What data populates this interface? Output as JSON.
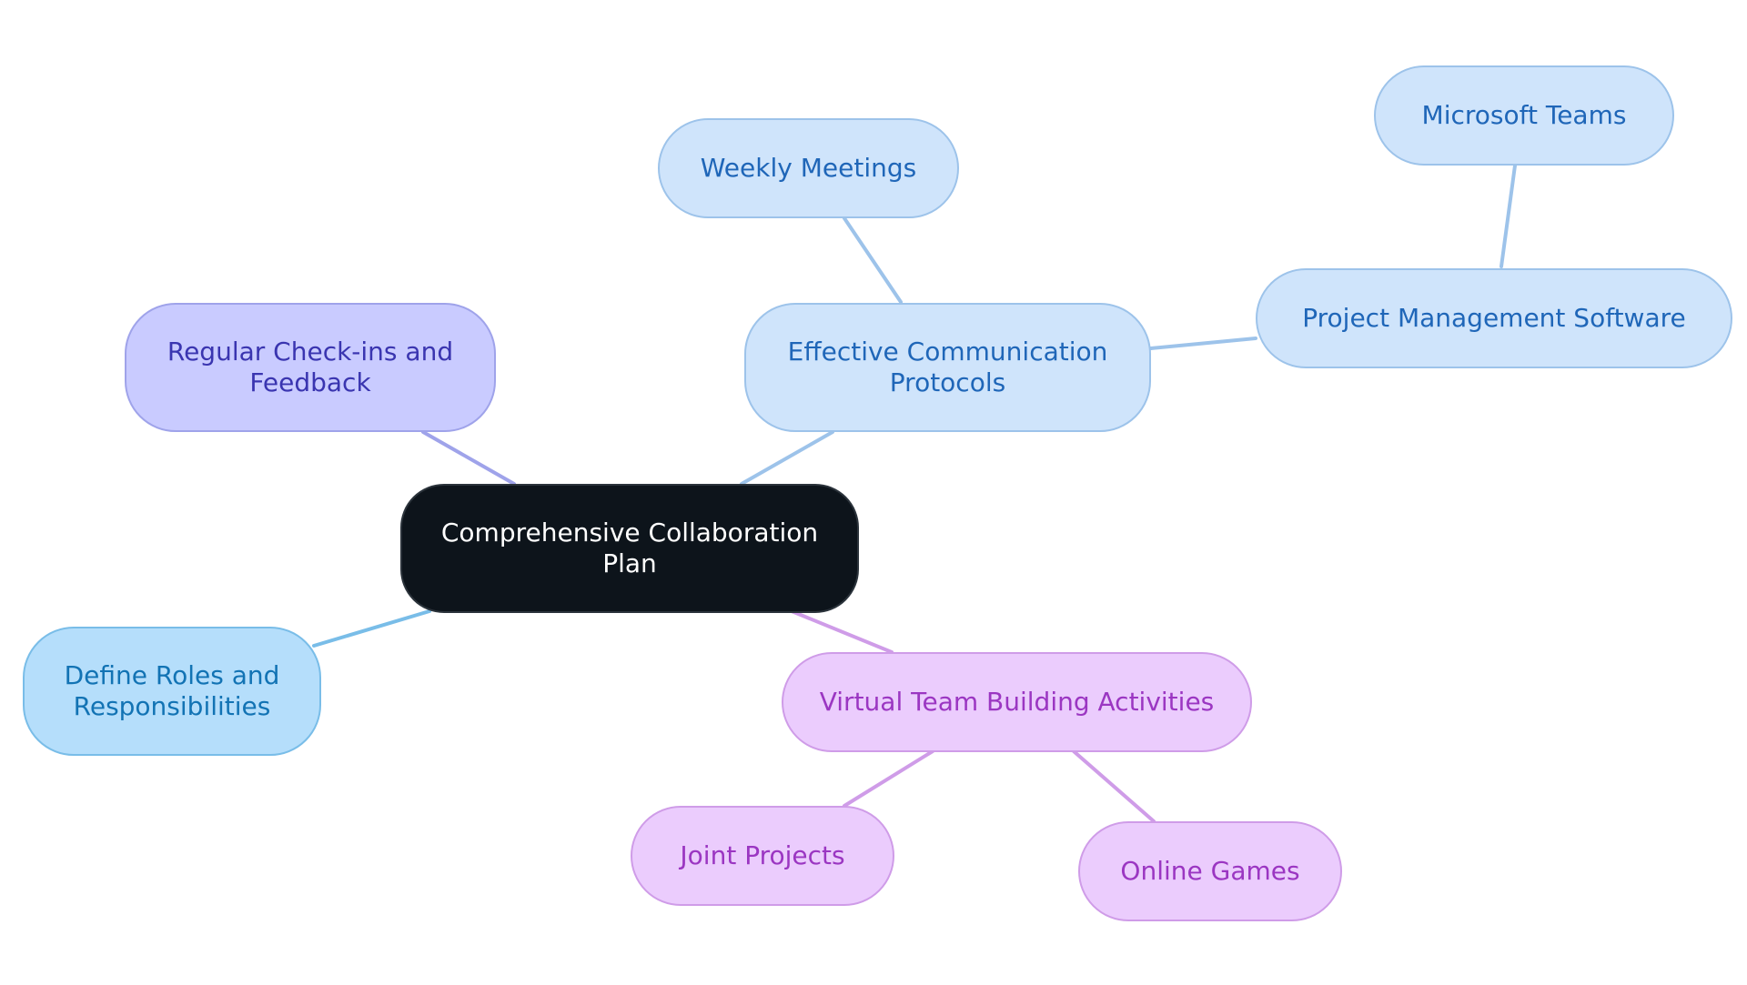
{
  "diagram": {
    "root": {
      "label": "Comprehensive Collaboration Plan"
    },
    "nodes": {
      "roles": {
        "label": "Define Roles and Responsibilities"
      },
      "checkins": {
        "label": "Regular Check-ins and Feedback"
      },
      "communication": {
        "label": "Effective Communication Protocols"
      },
      "weekly": {
        "label": "Weekly Meetings"
      },
      "pm_software": {
        "label": "Project Management Software"
      },
      "teams": {
        "label": "Microsoft Teams"
      },
      "team_building": {
        "label": "Virtual Team Building Activities"
      },
      "joint": {
        "label": "Joint Projects"
      },
      "games": {
        "label": "Online Games"
      }
    },
    "edges": [
      {
        "from": "root",
        "to": "checkins"
      },
      {
        "from": "root",
        "to": "communication"
      },
      {
        "from": "root",
        "to": "roles"
      },
      {
        "from": "root",
        "to": "team_building"
      },
      {
        "from": "communication",
        "to": "weekly"
      },
      {
        "from": "communication",
        "to": "pm_software"
      },
      {
        "from": "pm_software",
        "to": "teams"
      },
      {
        "from": "team_building",
        "to": "joint"
      },
      {
        "from": "team_building",
        "to": "games"
      }
    ],
    "colors": {
      "root_fill": "#0d141b",
      "blue_fill": "#cfe4fb",
      "blue_text": "#1f66b8",
      "indigo_fill": "#c9cbff",
      "indigo_text": "#3a35b0",
      "sky_fill": "#b5defb",
      "sky_text": "#1273b4",
      "violet_fill": "#ebccfd",
      "violet_text": "#9b36c2"
    }
  }
}
